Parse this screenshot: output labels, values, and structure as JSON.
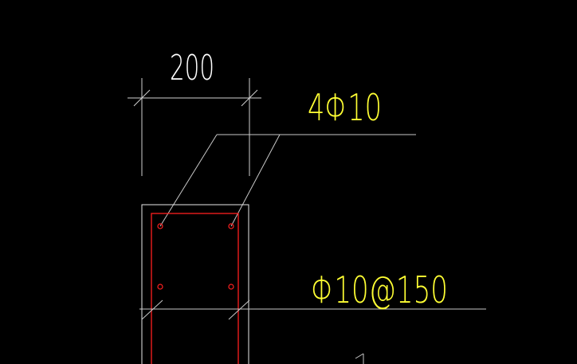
{
  "colors": {
    "background": "#000000",
    "dimension_line": "#d0d0d0",
    "leader_line": "#c8c8c8",
    "concrete_outline": "#e8e8e8",
    "stirrup": "#ff2020",
    "rebar": "#ff2020",
    "annotation_text": "#ffff33",
    "dimension_text": "#ffffff"
  },
  "drawing": {
    "dimension_width": "200",
    "longitudinal_rebar_label": "4Φ10",
    "stirrup_label": "Φ10@150"
  }
}
